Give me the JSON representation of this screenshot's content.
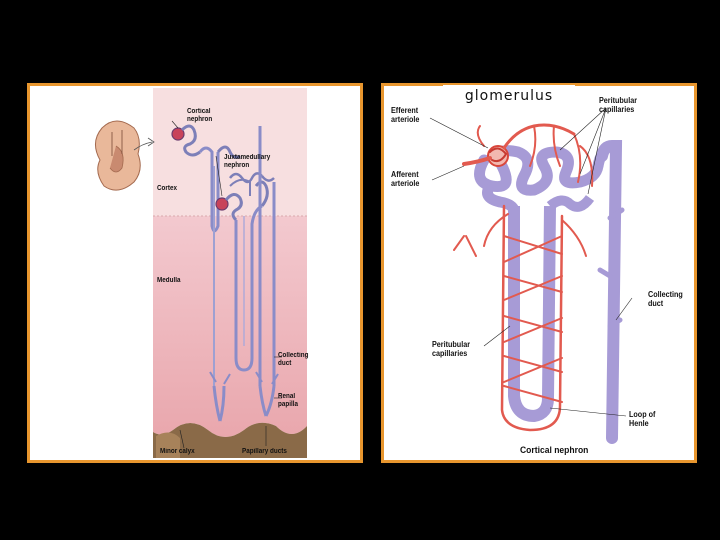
{
  "slide": {
    "background": "#000000",
    "frame_color": "#e8962e",
    "title": "glomerulus"
  },
  "left_diagram": {
    "labels": {
      "cortical_nephron": "Cortical\nnephron",
      "juxtamedullary_nephron": "Juxtamedullary\nnephron",
      "cortex": "Cortex",
      "medulla": "Medulla",
      "collecting_duct": "Collecting\nduct",
      "renal_papilla": "Renal\npapilla",
      "minor_calyx": "Minor calyx",
      "papillary_ducts": "Papillary ducts"
    }
  },
  "right_diagram": {
    "labels": {
      "efferent_arteriole": "Efferent\narteriole",
      "afferent_arteriole": "Afferent\narteriole",
      "peritubular_capillaries_top": "Peritubular\ncapillaries",
      "peritubular_capillaries_bottom": "Peritubular\ncapillaries",
      "collecting_duct": "Collecting\nduct",
      "loop_of_henle": "Loop of\nHenle",
      "cortical_nephron": "Cortical nephron"
    }
  }
}
